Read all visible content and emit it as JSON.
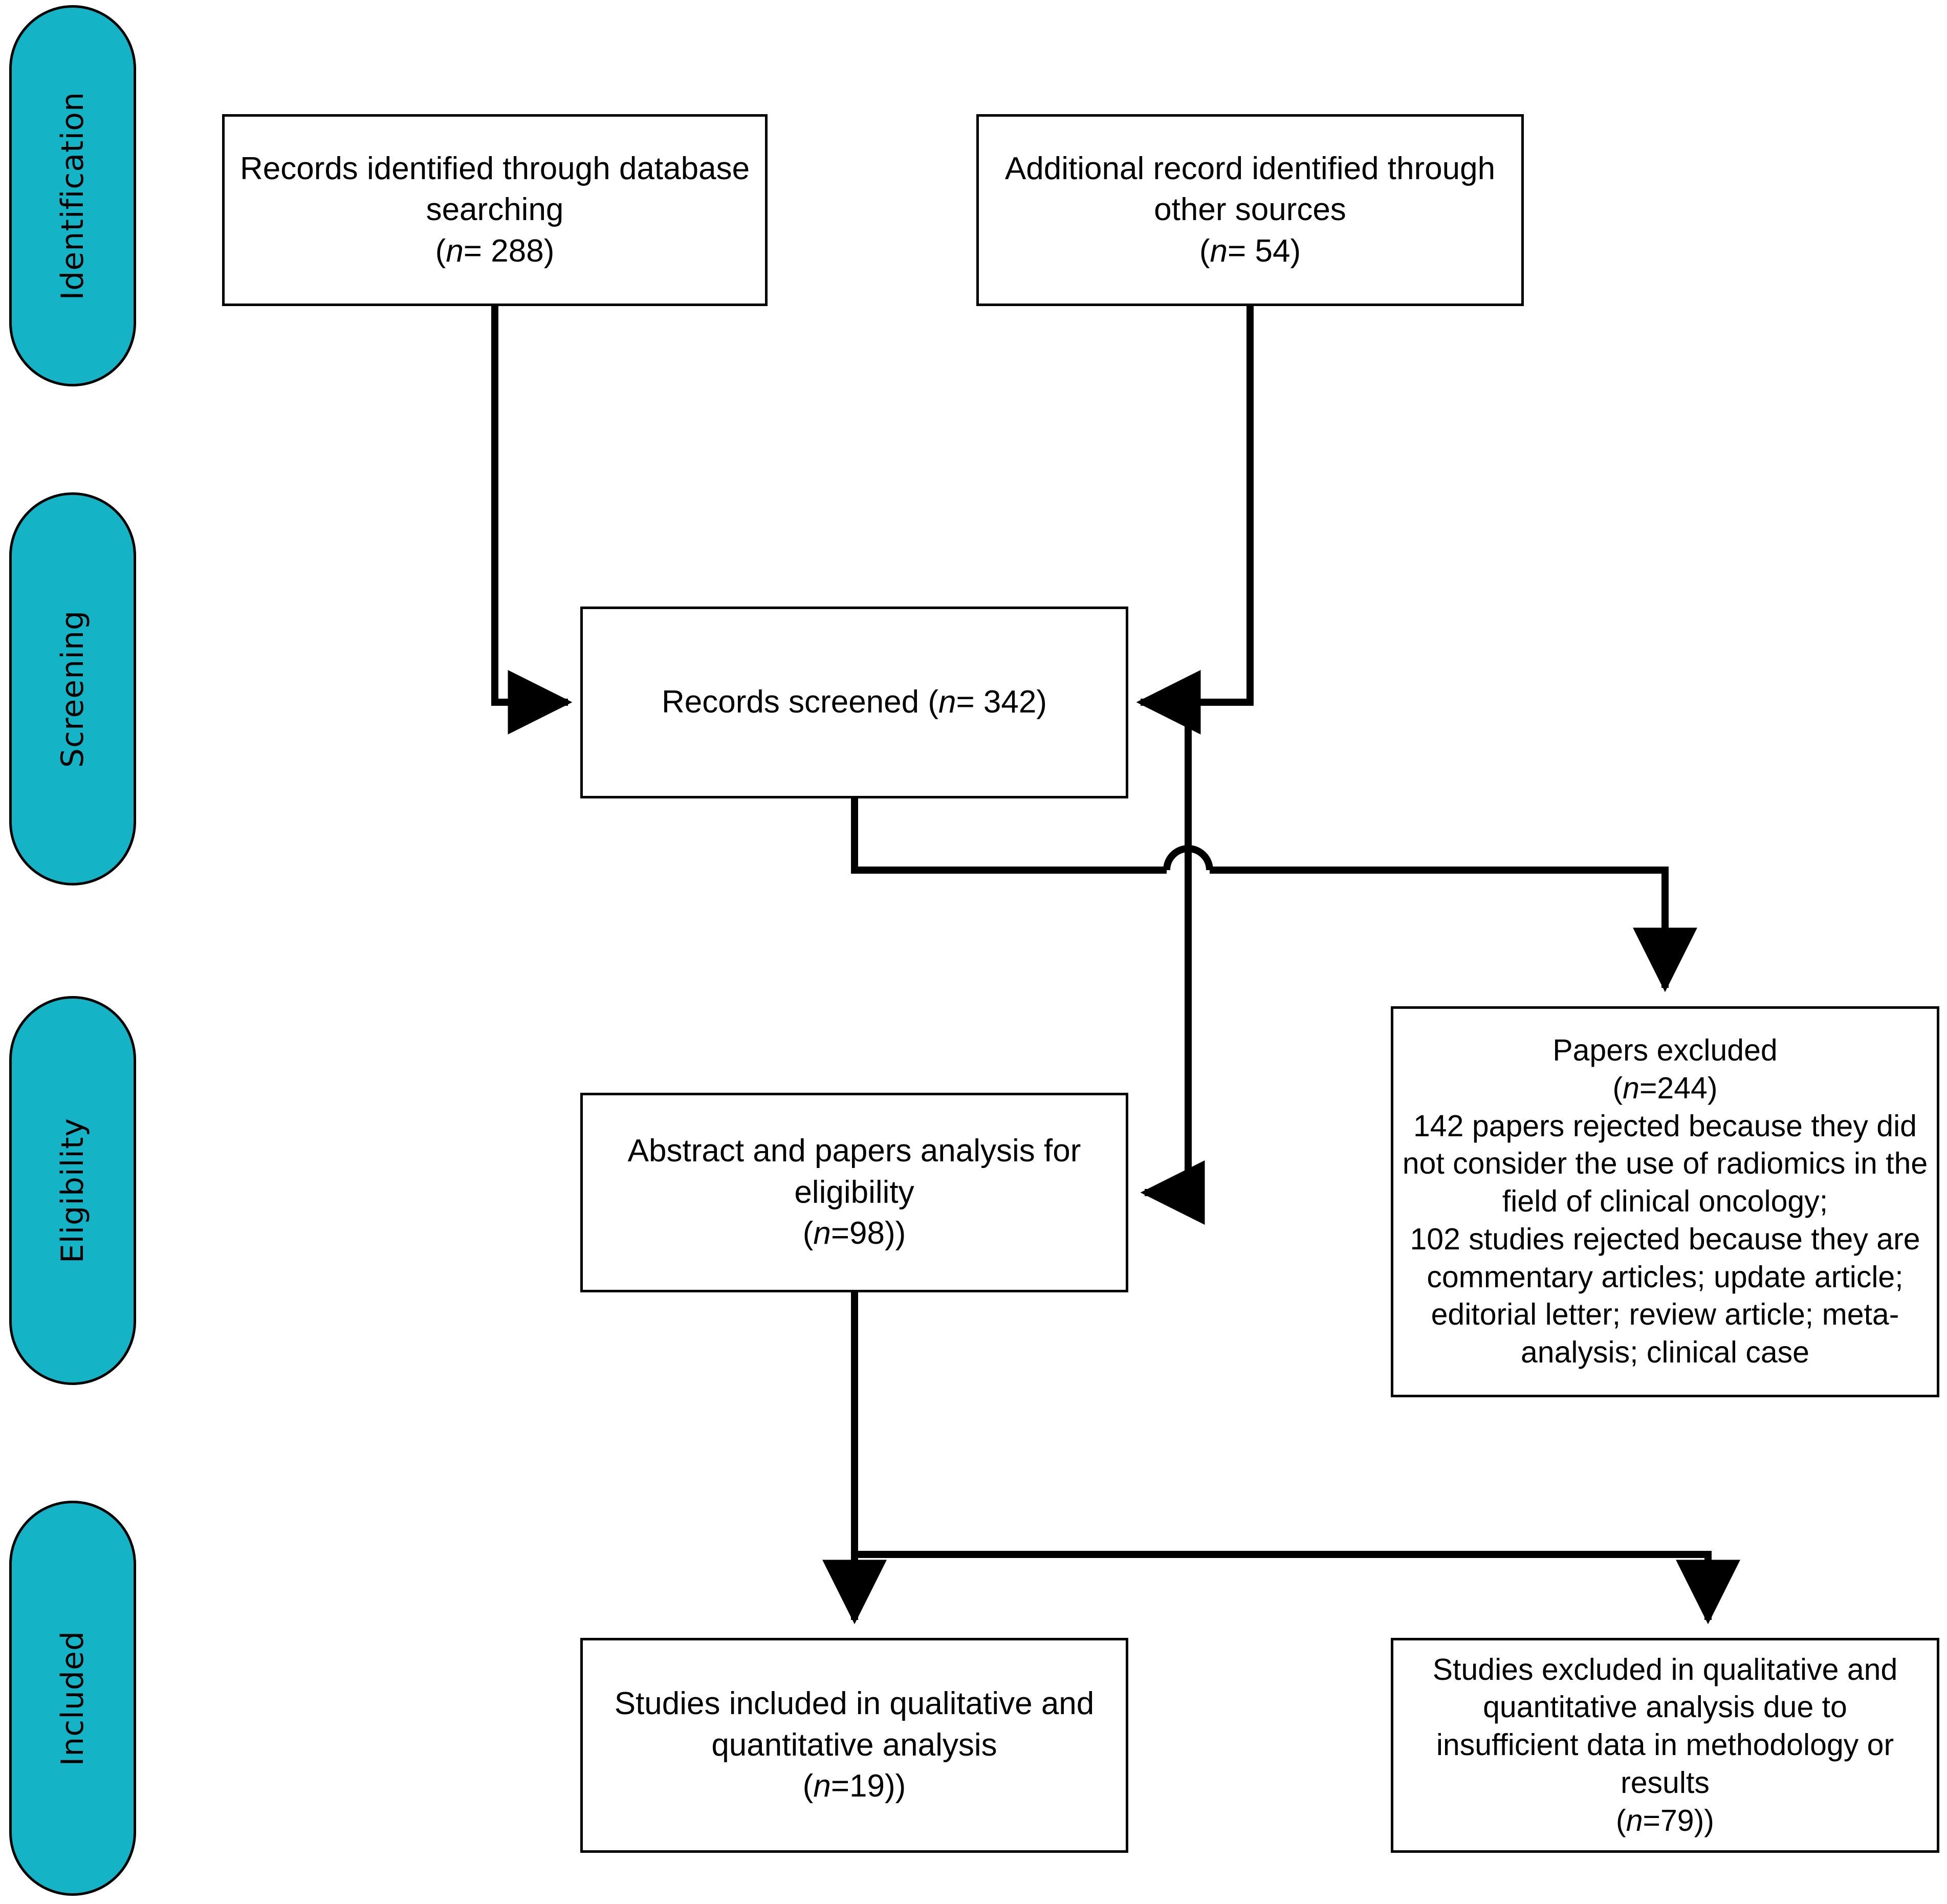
{
  "diagram": {
    "title": "PRISMA study selection flow diagram",
    "accent_color": "#14b3c6",
    "line_color": "#000000",
    "background_color": "#ffffff"
  },
  "phases": [
    {
      "id": "identification",
      "label": "Identification"
    },
    {
      "id": "screening",
      "label": "Screening"
    },
    {
      "id": "eligibility",
      "label": "Eligibility"
    },
    {
      "id": "included",
      "label": "Included"
    }
  ],
  "boxes": {
    "records_identified": {
      "line1": "Records identified through database",
      "line2": "searching",
      "count_label": "(n= 288)",
      "n_italic": "n",
      "n_rest": "= 288",
      "count": 288
    },
    "additional_records": {
      "line1": "Additional record identified through",
      "line2": "other sources",
      "count_label": "(n= 54)",
      "n_italic": "n",
      "n_rest": "= 54",
      "count": 54
    },
    "records_screened": {
      "line1": "Records screened (n= 342)",
      "prefix": "Records screened (",
      "n_italic": "n",
      "n_rest": "= 342)",
      "count": 342
    },
    "papers_excluded": {
      "line1": "Papers excluded",
      "count_label": "(n=244)",
      "n_italic": "n",
      "n_rest": "=244)",
      "count": 244,
      "reason1": "142 papers rejected because they did not consider the use of radiomics in the field of clinical oncology;",
      "reason2": "102 studies  rejected because they are commentary articles; update article; editorial letter; review article; meta-analysis; clinical case"
    },
    "abstract_eligibility": {
      "line1": "Abstract and papers analysis for",
      "line2": "eligibility",
      "count_label": "(n=98)",
      "n_italic": "n",
      "n_rest": "=98)",
      "count": 98
    },
    "studies_included": {
      "line1": "Studies included in qualitative and",
      "line2": "quantitative analysis",
      "count_label": "(n=19)",
      "n_italic": "n",
      "n_rest": "=19)",
      "count": 19
    },
    "studies_excluded": {
      "line1": "Studies excluded in qualitative and",
      "line2": "quantitative analysis due to",
      "line3": "insufficient data in methodology or",
      "line4": "results",
      "count_label": "(n=79)",
      "n_italic": "n",
      "n_rest": "=79)",
      "count": 79
    }
  }
}
